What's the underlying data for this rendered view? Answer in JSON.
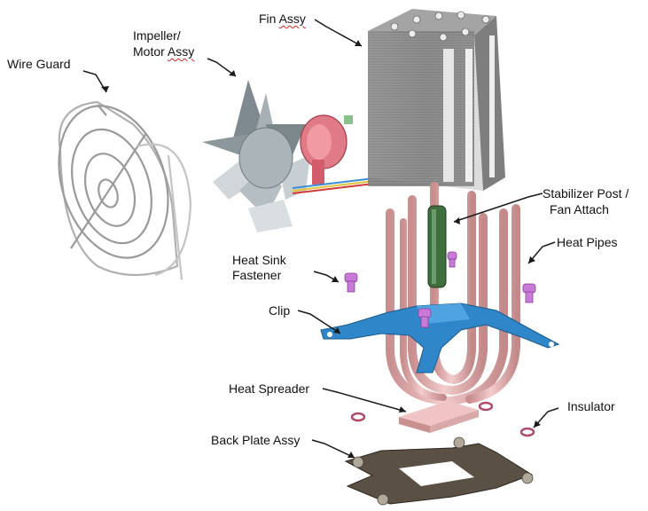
{
  "labels": {
    "wire_guard": "Wire Guard",
    "impeller_line1": "Impeller/",
    "impeller_line2_word": "Motor",
    "impeller_line2_suffix": "Assy",
    "fin_assy_word": "Fin",
    "fin_assy_suffix": "Assy",
    "stabilizer_line1": "Stabilizer Post /",
    "stabilizer_line2": "Fan Attach",
    "heat_pipes": "Heat Pipes",
    "heat_sink_line1": "Heat Sink",
    "heat_sink_line2": "Fastener",
    "clip": "Clip",
    "heat_spreader": "Heat Spreader",
    "insulator": "Insulator",
    "back_plate": "Back Plate Assy"
  },
  "colors": {
    "heat_pipe": "#e9b4b4",
    "clip": "#2f86c8",
    "fin_block": "#8c8c8c",
    "stabilizer": "#3f6e3f",
    "fastener": "#c77ad6",
    "fan_blade": "#9aa6ad",
    "motor_housing": "#d85a6a",
    "back_plate": "#5a5044",
    "spell_underline": "#d22222"
  }
}
